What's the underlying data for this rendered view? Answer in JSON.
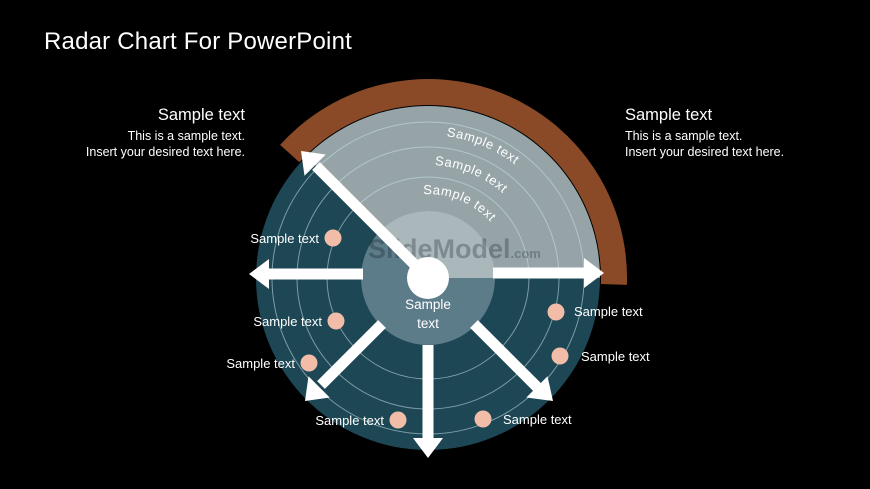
{
  "title": "Radar Chart For PowerPoint",
  "left_block": {
    "heading": "Sample text",
    "line1": "This is a sample text.",
    "line2": "Insert your desired text here."
  },
  "right_block": {
    "heading": "Sample text",
    "line1": "This is a sample text.",
    "line2": "Insert your desired text here."
  },
  "diagram": {
    "watermark": "SlideModel",
    "watermark_suffix": ".com",
    "center_label": {
      "line1": "Sample",
      "line2": "text"
    },
    "arc_labels": [
      "Sample text",
      "Sample text",
      "Sample text"
    ],
    "points": [
      {
        "label": "Sample text"
      },
      {
        "label": "Sample text"
      },
      {
        "label": "Sample text"
      },
      {
        "label": "Sample text"
      },
      {
        "label": "Sample text"
      },
      {
        "label": "Sample text"
      },
      {
        "label": "Sample text"
      }
    ],
    "colors": {
      "dark_sector": "#1d4754",
      "highlight_wedge": "#96a4a8",
      "inner_circle": "#5d7c8a",
      "inner_highlight": "#aab7bb",
      "arc_band": "#8a4a28",
      "dot": "#f2bda8",
      "arrow": "#ffffff",
      "ring": "rgba(200,228,234,0.55)"
    }
  }
}
